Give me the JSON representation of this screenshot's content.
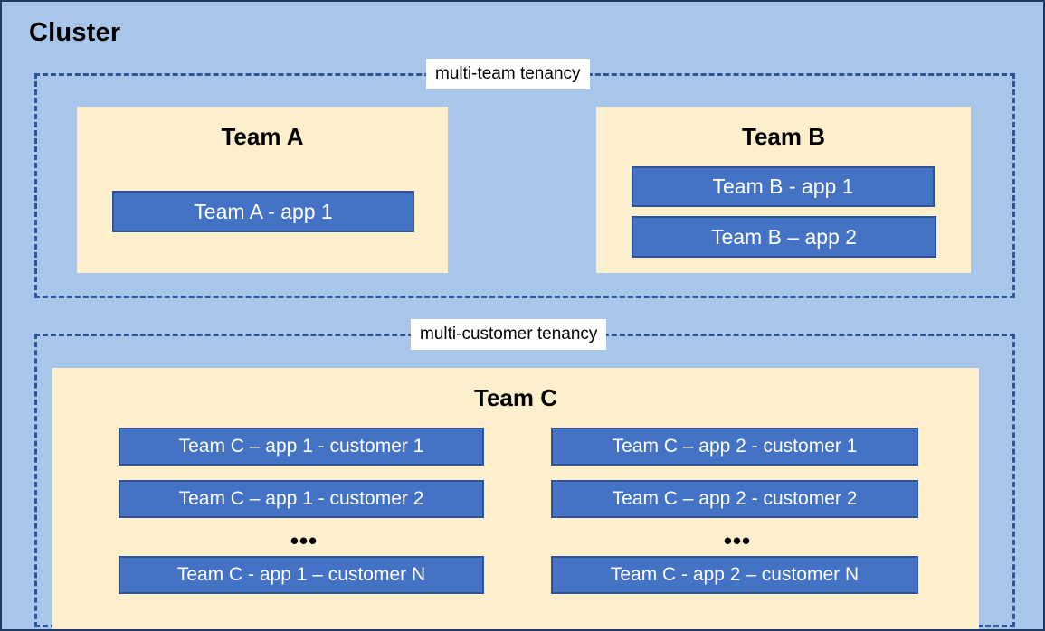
{
  "diagram": {
    "title": "Cluster",
    "colors": {
      "background": "#a8c6ea",
      "outer_border": "#1f3864",
      "team_panel": "#fdefcb",
      "app_box_fill": "#4472c4",
      "app_box_border": "#2f5496",
      "dashed_border": "#2f5496",
      "label_background": "#ffffff",
      "app_text": "#ffffff",
      "heading_text": "#000000"
    },
    "tenancies": [
      {
        "id": "multi-team",
        "label": "multi-team tenancy",
        "teams": [
          {
            "id": "team-a",
            "name": "Team A",
            "apps": [
              {
                "id": "team-a-app-1",
                "label": "Team A - app 1"
              }
            ]
          },
          {
            "id": "team-b",
            "name": "Team B",
            "apps": [
              {
                "id": "team-b-app-1",
                "label": "Team B - app 1"
              },
              {
                "id": "team-b-app-2",
                "label": "Team B – app 2"
              }
            ]
          }
        ]
      },
      {
        "id": "multi-customer",
        "label": "multi-customer tenancy",
        "teams": [
          {
            "id": "team-c",
            "name": "Team C",
            "columns": [
              {
                "id": "team-c-app-1",
                "ellipsis": "•••",
                "apps": [
                  {
                    "id": "team-c-app1-c1",
                    "label": "Team C – app 1 - customer 1"
                  },
                  {
                    "id": "team-c-app1-c2",
                    "label": "Team C – app 1 - customer 2"
                  },
                  {
                    "id": "team-c-app1-cn",
                    "label": "Team C - app 1 – customer N"
                  }
                ]
              },
              {
                "id": "team-c-app-2",
                "ellipsis": "•••",
                "apps": [
                  {
                    "id": "team-c-app2-c1",
                    "label": "Team C – app 2 - customer 1"
                  },
                  {
                    "id": "team-c-app2-c2",
                    "label": "Team C – app 2 - customer 2"
                  },
                  {
                    "id": "team-c-app2-cn",
                    "label": "Team C - app 2 – customer N"
                  }
                ]
              }
            ]
          }
        ]
      }
    ]
  }
}
